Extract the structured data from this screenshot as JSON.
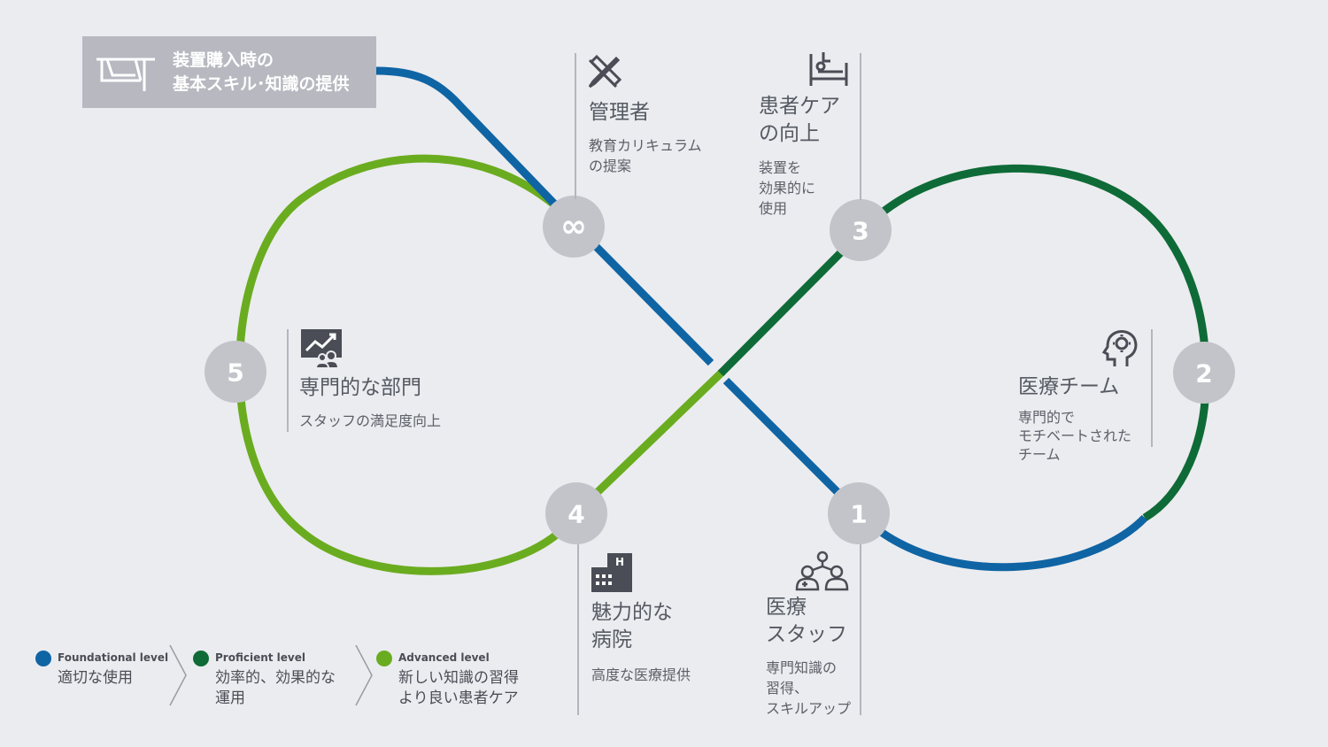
{
  "colors": {
    "foundational": "#0f64a4",
    "proficient": "#0e6b37",
    "advanced": "#6aac1f",
    "node": "#c3c4ca",
    "background": "#ebecef"
  },
  "banner": {
    "line1": "装置購入時の",
    "line2": "基本スキル･知識の提供",
    "icon": "teaching-board-icon"
  },
  "nodes": {
    "infinity": "∞",
    "n1": "1",
    "n2": "2",
    "n3": "3",
    "n4": "4",
    "n5": "5"
  },
  "sections": {
    "admin": {
      "icon": "pencil-ruler-icon",
      "title": "管理者",
      "desc1": "教育カリキュラム",
      "desc2": "の提案"
    },
    "patient_care": {
      "icon": "hospital-bed-icon",
      "title1": "患者ケア",
      "title2": "の向上",
      "desc1": "装置を",
      "desc2": "効果的に",
      "desc3": "使用"
    },
    "medical_team": {
      "icon": "head-gear-icon",
      "title": "医療チーム",
      "desc1": "専門的で",
      "desc2": "モチベートされた",
      "desc3": "チーム"
    },
    "medical_staff": {
      "icon": "medical-staff-icon",
      "title1": "医療",
      "title2": "スタッフ",
      "desc1": "専門知識の",
      "desc2": "習得、",
      "desc3": "スキルアップ"
    },
    "hospital": {
      "icon": "hospital-building-icon",
      "title1": "魅力的な",
      "title2": "病院",
      "desc": "高度な医療提供"
    },
    "department": {
      "icon": "presentation-chart-icon",
      "title": "専門的な部門",
      "desc": "スタッフの満足度向上"
    }
  },
  "legend": [
    {
      "level": "Foundational level",
      "line1": "適切な使用",
      "line2": ""
    },
    {
      "level": "Proficient level",
      "line1": "効率的、効果的な",
      "line2": "運用"
    },
    {
      "level": "Advanced level",
      "line1": "新しい知識の習得",
      "line2": "より良い患者ケア"
    }
  ]
}
